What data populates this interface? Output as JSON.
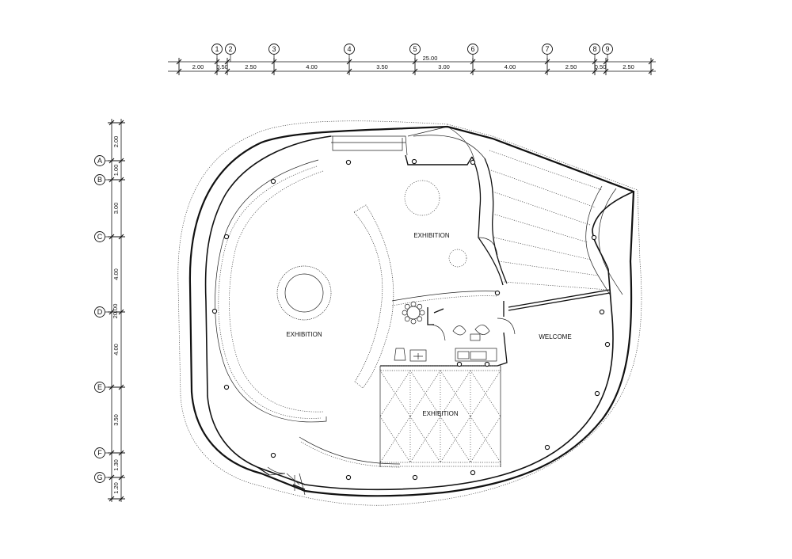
{
  "title": "",
  "grid_x": {
    "markers": [
      "1",
      "2",
      "3",
      "4",
      "5",
      "6",
      "7",
      "8",
      "9"
    ],
    "dimensions": [
      "2.00",
      "0.50",
      "2.50",
      "4.00",
      "3.50",
      "3.00",
      "4.00",
      "2.50",
      "0.50",
      "2.50"
    ],
    "total": "25.00"
  },
  "grid_y": {
    "markers": [
      "A",
      "B",
      "C",
      "D",
      "E",
      "F",
      "G"
    ],
    "dimensions": [
      "2.00",
      "1.00",
      "3.00",
      "4.00",
      "4.00",
      "3.50",
      "1.30",
      "1.20"
    ],
    "total": "20.00"
  },
  "rooms": {
    "exhibition_left": "EXHIBITION",
    "exhibition_top": "EXHIBITION",
    "exhibition_bottom": "EXHIBITION",
    "welcome": "WELCOME"
  },
  "colors": {
    "line": "#111111",
    "background": "#ffffff"
  }
}
